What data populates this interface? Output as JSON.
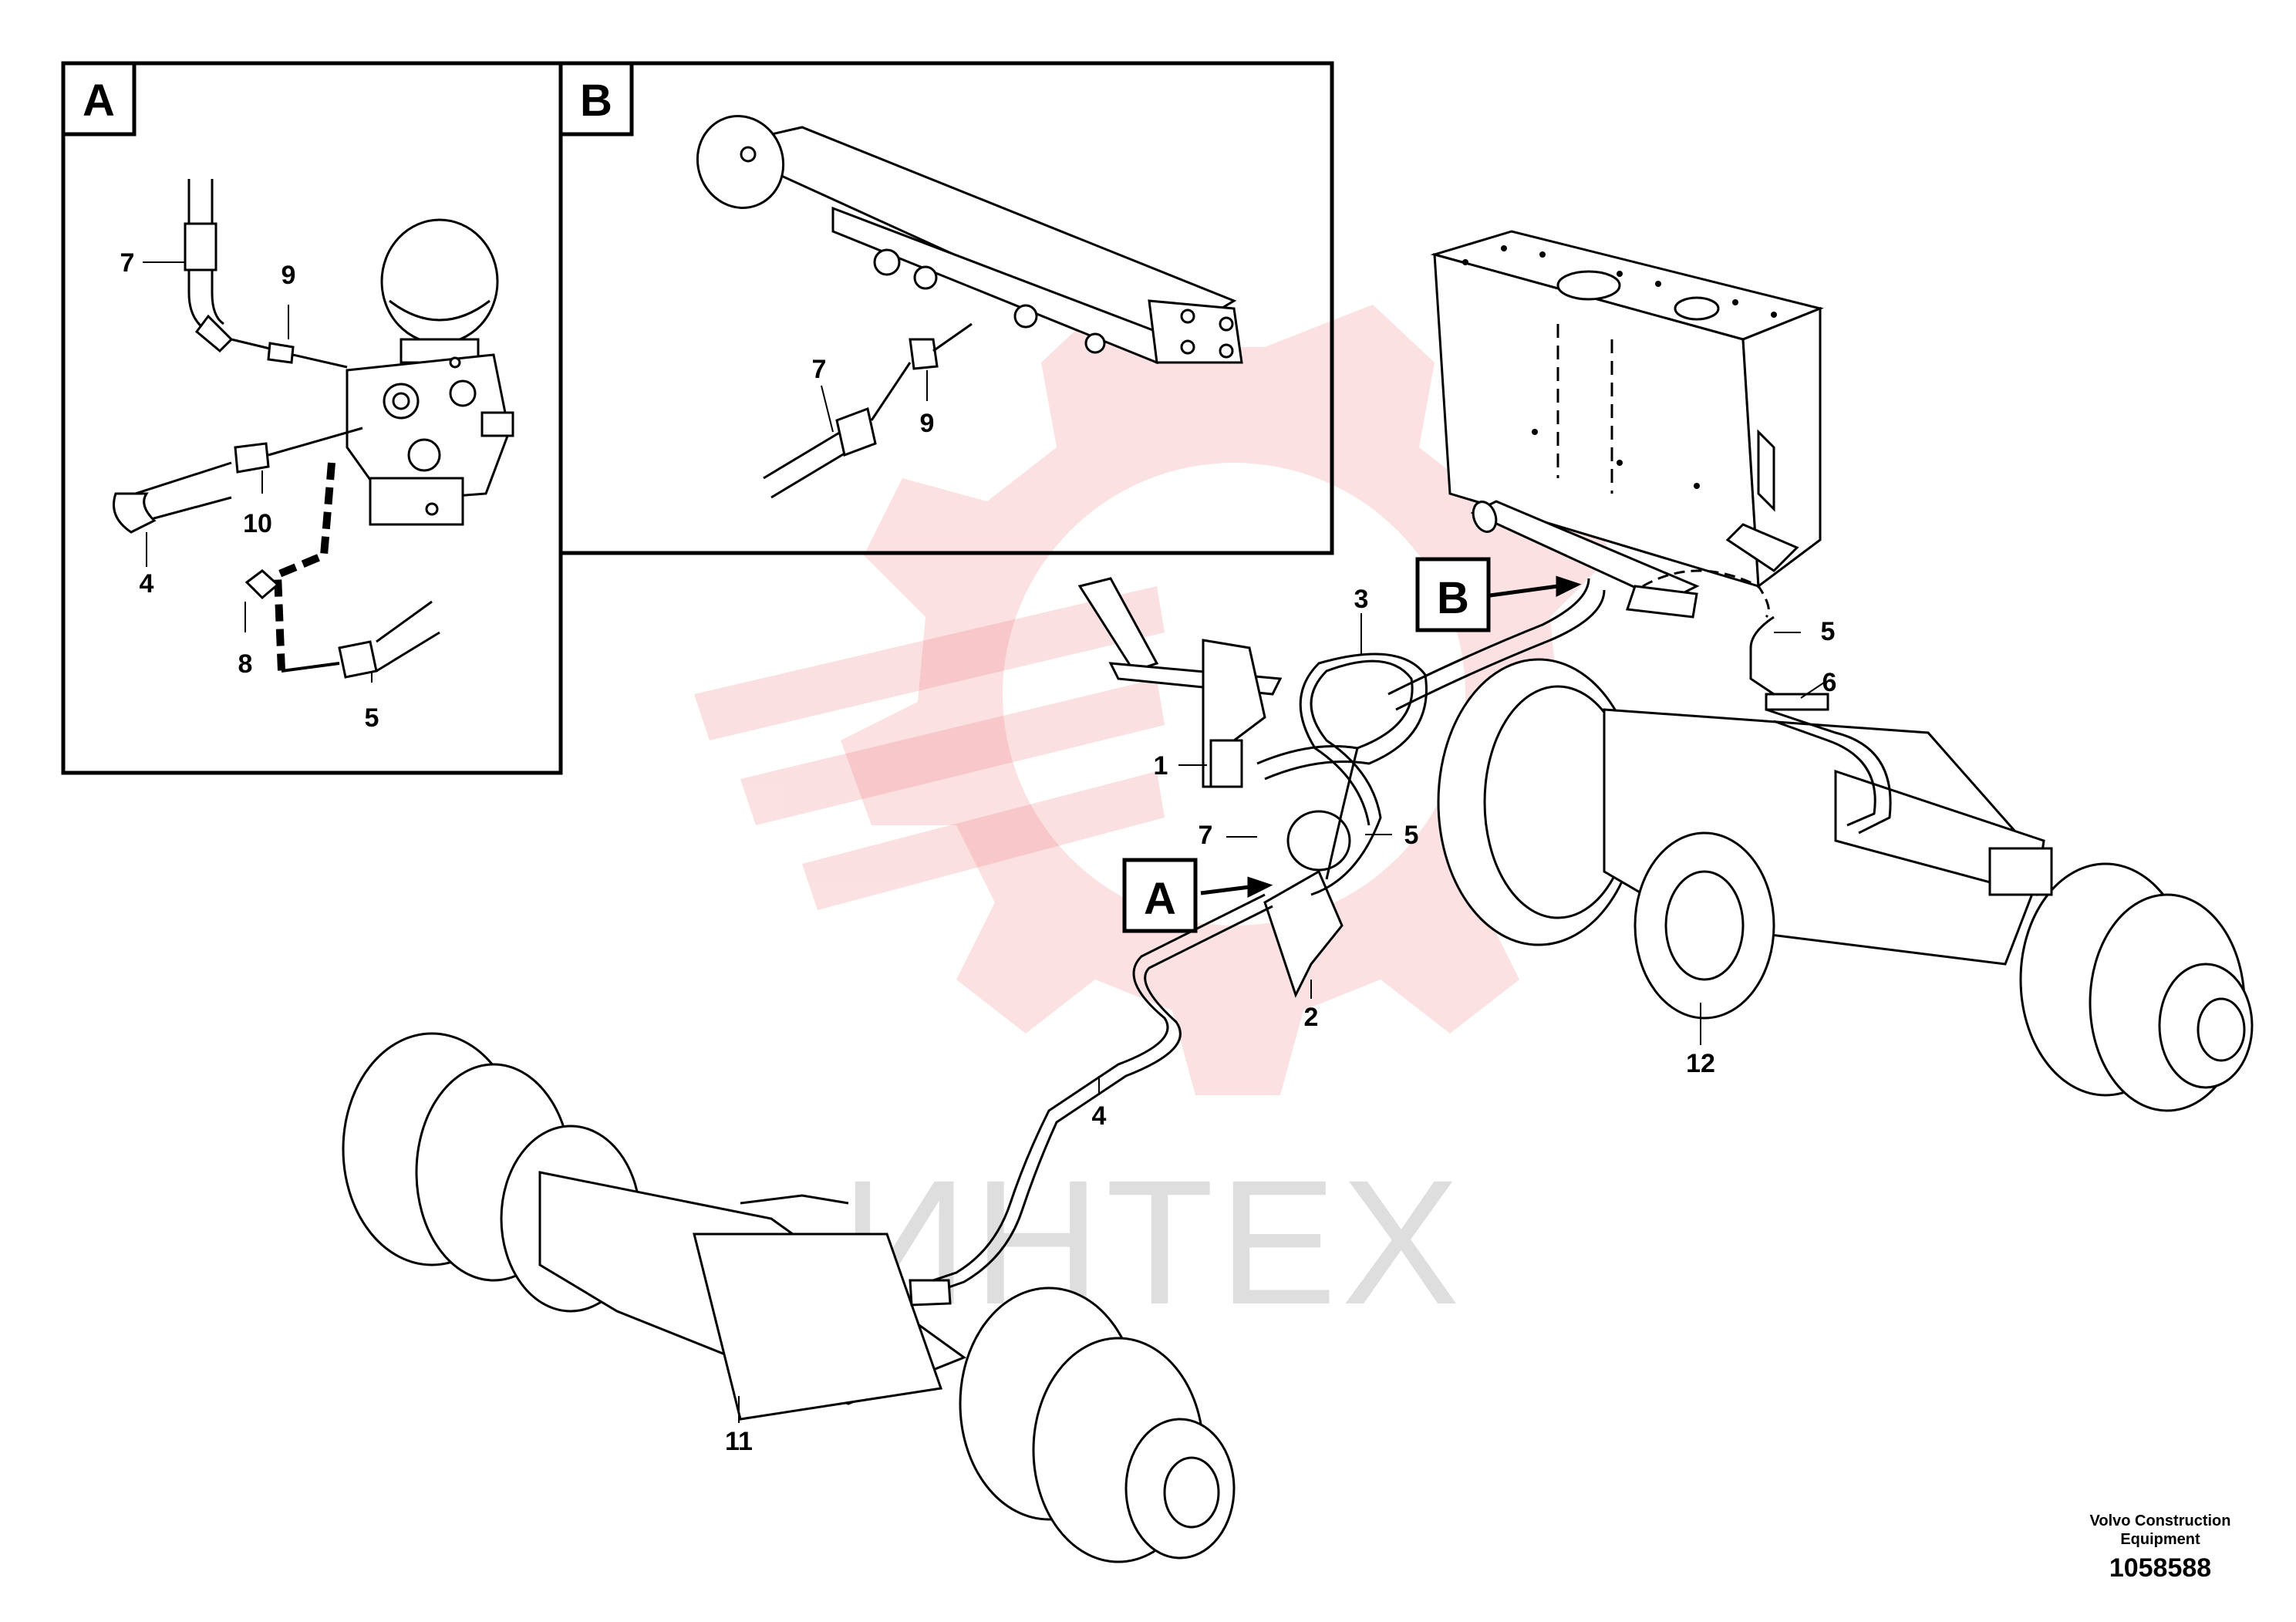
{
  "watermark": {
    "text": "ИНТЕХ",
    "color": "#e8474b"
  },
  "panels": {
    "a": {
      "letter": "A"
    },
    "b": {
      "letter": "B"
    }
  },
  "references": {
    "a_main": "A",
    "b_main": "B"
  },
  "callouts": {
    "a_7": "7",
    "a_9": "9",
    "a_10": "10",
    "a_4": "4",
    "a_8": "8",
    "a_5": "5",
    "b_7": "7",
    "b_9": "9",
    "main_1": "1",
    "main_2": "2",
    "main_3": "3",
    "main_4": "4",
    "main_5_upper": "5",
    "main_5_lower": "5",
    "main_6": "6",
    "main_7": "7",
    "main_11": "11",
    "main_12": "12"
  },
  "footer": {
    "maker_line1": "Volvo Construction",
    "maker_line2": "Equipment",
    "doc_number": "1058588"
  }
}
